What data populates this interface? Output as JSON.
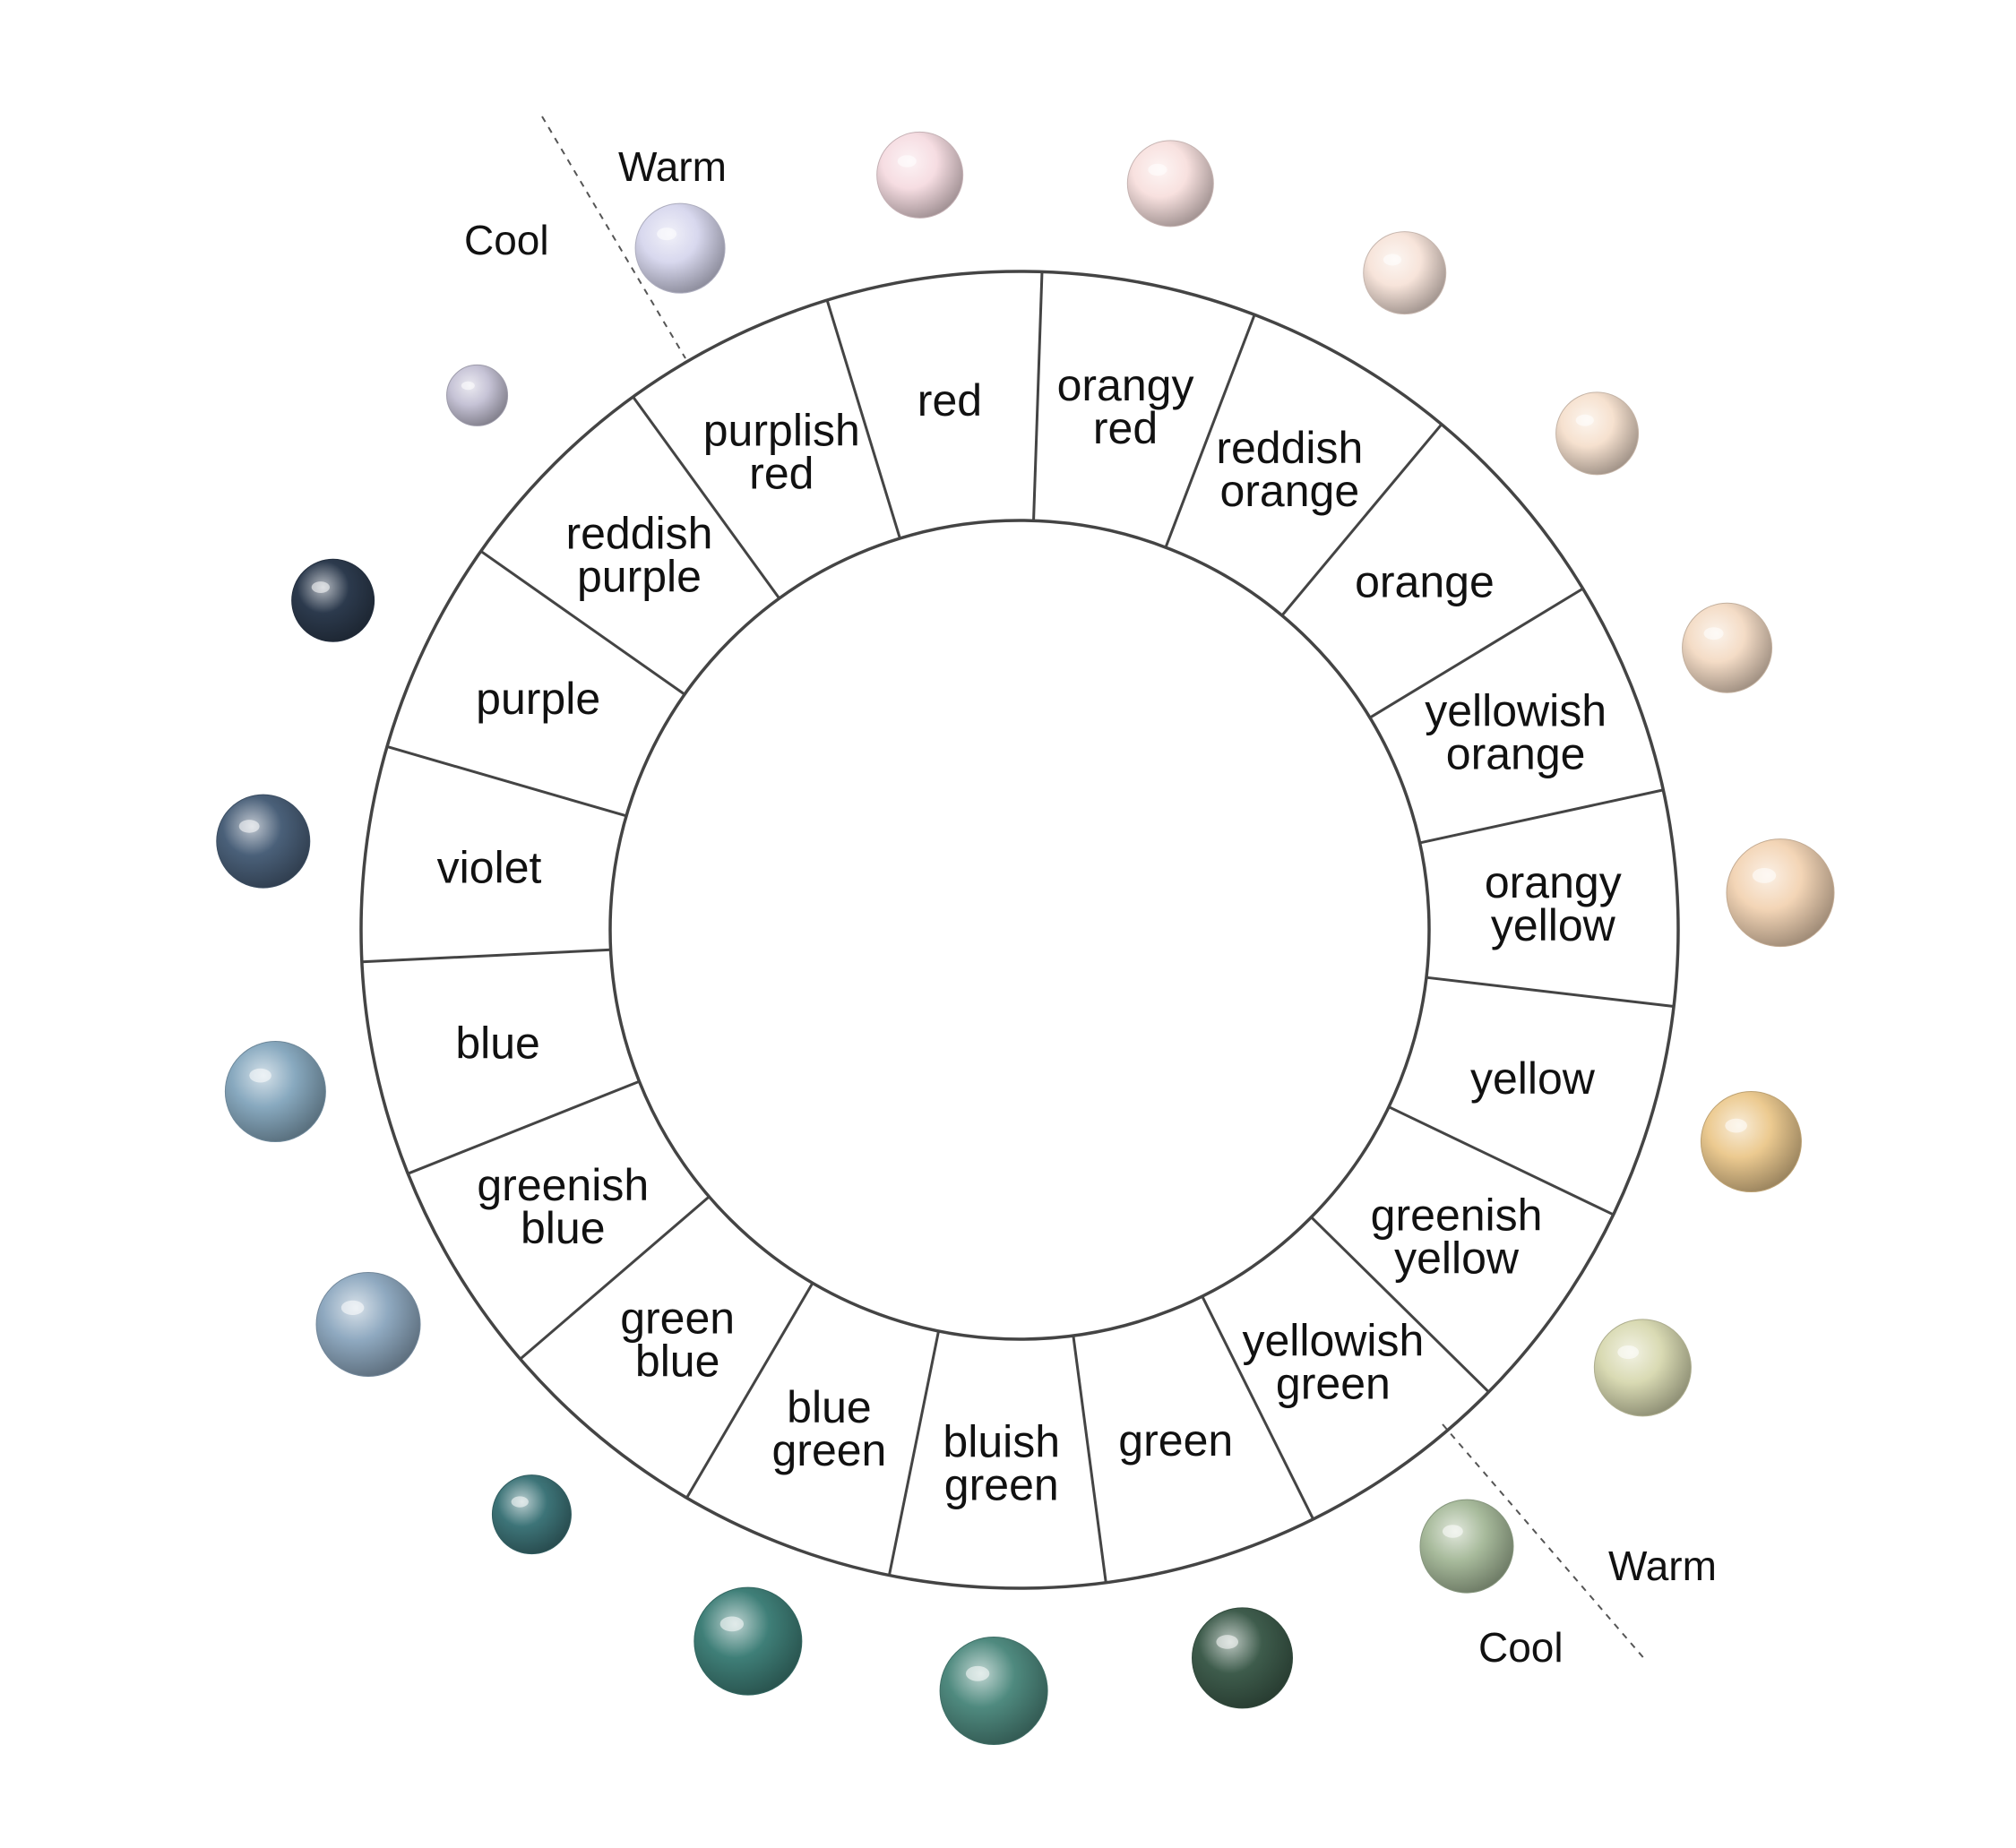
{
  "segments": [
    {
      "lines": [
        "red"
      ],
      "pearl_color": "#f6dde2"
    },
    {
      "lines": [
        "orangy",
        "red"
      ],
      "pearl_color": "#f8e1df"
    },
    {
      "lines": [
        "reddish",
        "orange"
      ],
      "pearl_color": "#f7e4da"
    },
    {
      "lines": [
        "orange"
      ],
      "pearl_color": "#f6e1cf"
    },
    {
      "lines": [
        "yellowish",
        "orange"
      ],
      "pearl_color": "#f4dcc6"
    },
    {
      "lines": [
        "orangy",
        "yellow"
      ],
      "pearl_color": "#f3d5b6"
    },
    {
      "lines": [
        "yellow"
      ],
      "pearl_color": "#ecca90"
    },
    {
      "lines": [
        "greenish",
        "yellow"
      ],
      "pearl_color": "#d9dab3"
    },
    {
      "lines": [
        "yellowish",
        "green"
      ],
      "pearl_color": "#a8bb9c"
    },
    {
      "lines": [
        "green"
      ],
      "pearl_color": "#3e5c4c"
    },
    {
      "lines": [
        "bluish",
        "green"
      ],
      "pearl_color": "#4f8a7f"
    },
    {
      "lines": [
        "blue",
        "green"
      ],
      "pearl_color": "#3f7f78"
    },
    {
      "lines": [
        "green",
        "blue"
      ],
      "pearl_color": "#3d7478"
    },
    {
      "lines": [
        "greenish",
        "blue"
      ],
      "pearl_color": "#8fa9c0"
    },
    {
      "lines": [
        "blue"
      ],
      "pearl_color": "#88a9bf"
    },
    {
      "lines": [
        "violet"
      ],
      "pearl_color": "#4a6079"
    },
    {
      "lines": [
        "purple"
      ],
      "pearl_color": "#2c3a4d"
    },
    {
      "lines": [
        "reddish",
        "purple"
      ],
      "pearl_color": "#c6c3d6"
    },
    {
      "lines": [
        "purplish",
        "red"
      ],
      "pearl_color": "#d8d8ee"
    }
  ],
  "zones": {
    "top": {
      "warm": "Warm",
      "cool": "Cool"
    },
    "bottom": {
      "warm": "Warm",
      "cool": "Cool"
    }
  }
}
